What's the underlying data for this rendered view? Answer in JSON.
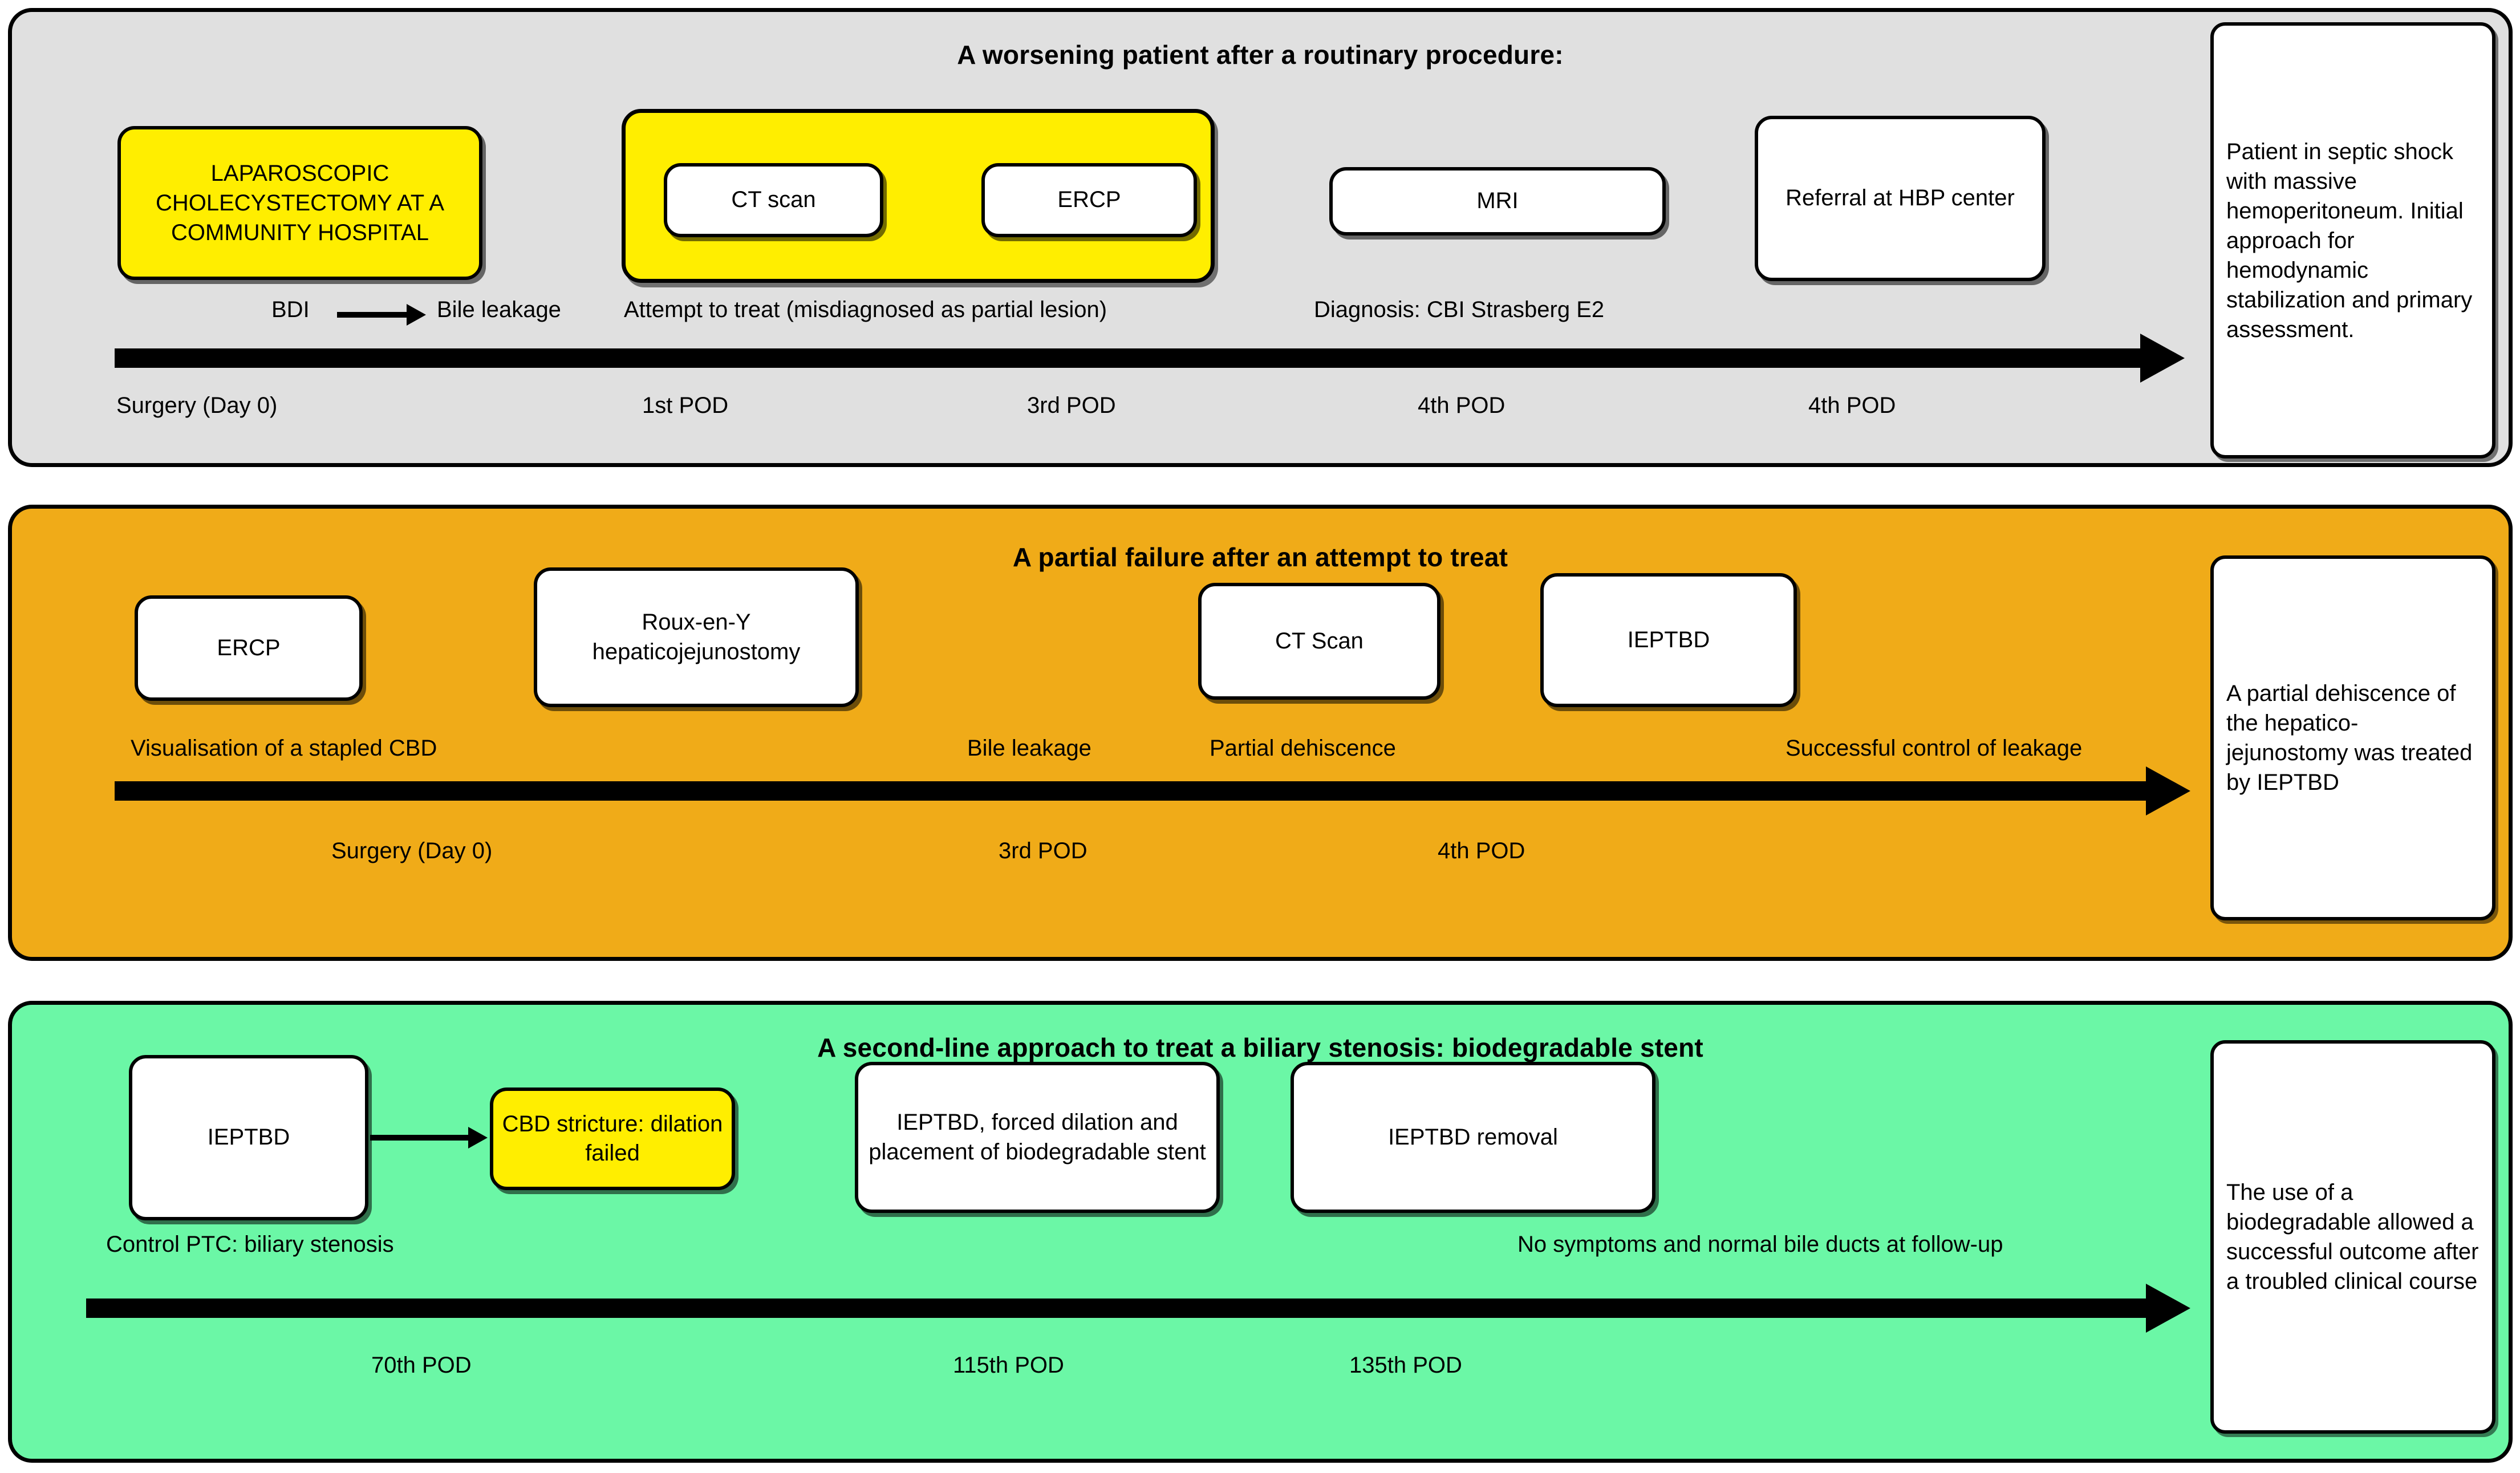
{
  "figure": {
    "type": "clinical-timeline-flowchart",
    "panel_count": 3
  },
  "panels": [
    {
      "id": "panel-worsening-patient",
      "title": "A worsening patient after a routinary procedure:",
      "background_color": "#e0e0e0",
      "nodes": [
        {
          "id": "node-lap-chole",
          "label": "LAPAROSCOPIC CHOLECYSTECTOMY AT A COMMUNITY HOSPITAL",
          "style": "yellow"
        },
        {
          "id": "node-ct-scan",
          "label": "CT scan",
          "style": "white"
        },
        {
          "id": "node-ercp",
          "label": "ERCP",
          "style": "white"
        },
        {
          "id": "node-mri",
          "label": "MRI",
          "style": "white"
        },
        {
          "id": "node-referral-hbp",
          "label": "Referral at HBP center",
          "style": "white"
        }
      ],
      "group_box": {
        "id": "group-attempt-to-treat",
        "style": "yellow",
        "contains": [
          "node-ct-scan",
          "node-ercp"
        ]
      },
      "above_line_labels": [
        {
          "id": "label-bdi",
          "text": "BDI"
        },
        {
          "id": "label-bile-leakage",
          "text": "Bile leakage"
        },
        {
          "id": "label-attempt-to-treat",
          "text": "Attempt to treat (misdiagnosed as partial lesion)"
        },
        {
          "id": "label-diagnosis",
          "text": "Diagnosis: CBI Strasberg E2"
        }
      ],
      "below_line_labels": [
        {
          "id": "tick-surgery-day0",
          "text": "Surgery (Day 0)"
        },
        {
          "id": "tick-1st-pod",
          "text": "1st POD"
        },
        {
          "id": "tick-3rd-pod",
          "text": "3rd POD"
        },
        {
          "id": "tick-4th-pod-a",
          "text": "4th POD"
        },
        {
          "id": "tick-4th-pod-b",
          "text": "4th POD"
        }
      ],
      "outcome": {
        "id": "outcome-septic-shock",
        "text": "Patient in septic shock with massive hemoperitoneum. Initial approach for hemodynamic stabilization and primary assessment."
      }
    },
    {
      "id": "panel-partial-failure",
      "title": "A partial failure after an attempt to treat",
      "background_color": "#f0ab18",
      "nodes": [
        {
          "id": "node-ercp-2",
          "label": "ERCP",
          "style": "white"
        },
        {
          "id": "node-roux-en-y",
          "label": "Roux-en-Y hepaticojejunostomy",
          "style": "white"
        },
        {
          "id": "node-ct-scan-2",
          "label": "CT Scan",
          "style": "white"
        },
        {
          "id": "node-ieptbd",
          "label": "IEPTBD",
          "style": "white"
        }
      ],
      "above_line_labels": [
        {
          "id": "label-visualisation-cbd",
          "text": "Visualisation of a stapled CBD"
        },
        {
          "id": "label-bile-leakage-2",
          "text": "Bile leakage"
        },
        {
          "id": "label-partial-dehiscence",
          "text": "Partial dehiscence"
        },
        {
          "id": "label-successful-control",
          "text": "Successful control of leakage"
        }
      ],
      "below_line_labels": [
        {
          "id": "tick-surgery-day0-2",
          "text": "Surgery (Day 0)"
        },
        {
          "id": "tick-3rd-pod-2",
          "text": "3rd POD"
        },
        {
          "id": "tick-4th-pod-2",
          "text": "4th POD"
        }
      ],
      "outcome": {
        "id": "outcome-partial-dehiscence",
        "text": "A partial dehiscence of the hepatico-jejunostomy was treated by IEPTBD"
      }
    },
    {
      "id": "panel-second-line",
      "title": "A second-line approach to treat a biliary stenosis: biodegradable stent",
      "background_color": "#6bf7a6",
      "nodes": [
        {
          "id": "node-ieptbd-3",
          "label": "IEPTBD",
          "style": "white"
        },
        {
          "id": "node-cbd-stricture",
          "label": "CBD stricture: dilation  failed",
          "style": "yellow"
        },
        {
          "id": "node-forced-dilation",
          "label": "IEPTBD, forced dilation and placement of biodegradable stent",
          "style": "white"
        },
        {
          "id": "node-ieptbd-removal",
          "label": "IEPTBD removal",
          "style": "white"
        }
      ],
      "above_line_labels": [
        {
          "id": "label-control-ptc",
          "text": "Control PTC: biliary stenosis"
        },
        {
          "id": "label-no-symptoms",
          "text": "No symptoms and normal bile ducts at follow-up"
        }
      ],
      "below_line_labels": [
        {
          "id": "tick-70th-pod",
          "text": "70th POD"
        },
        {
          "id": "tick-115th-pod",
          "text": "115th POD"
        },
        {
          "id": "tick-135th-pod",
          "text": "135th POD"
        }
      ],
      "outcome": {
        "id": "outcome-biodegradable",
        "text": "The use of a biodegradable allowed a successful outcome after a troubled clinical course"
      }
    }
  ],
  "colors": {
    "panel_grey": "#e0e0e0",
    "panel_orange": "#f0ab18",
    "panel_green": "#6bf7a6",
    "highlight_yellow": "#ffee00",
    "node_white": "#ffffff",
    "stroke_black": "#000000"
  }
}
